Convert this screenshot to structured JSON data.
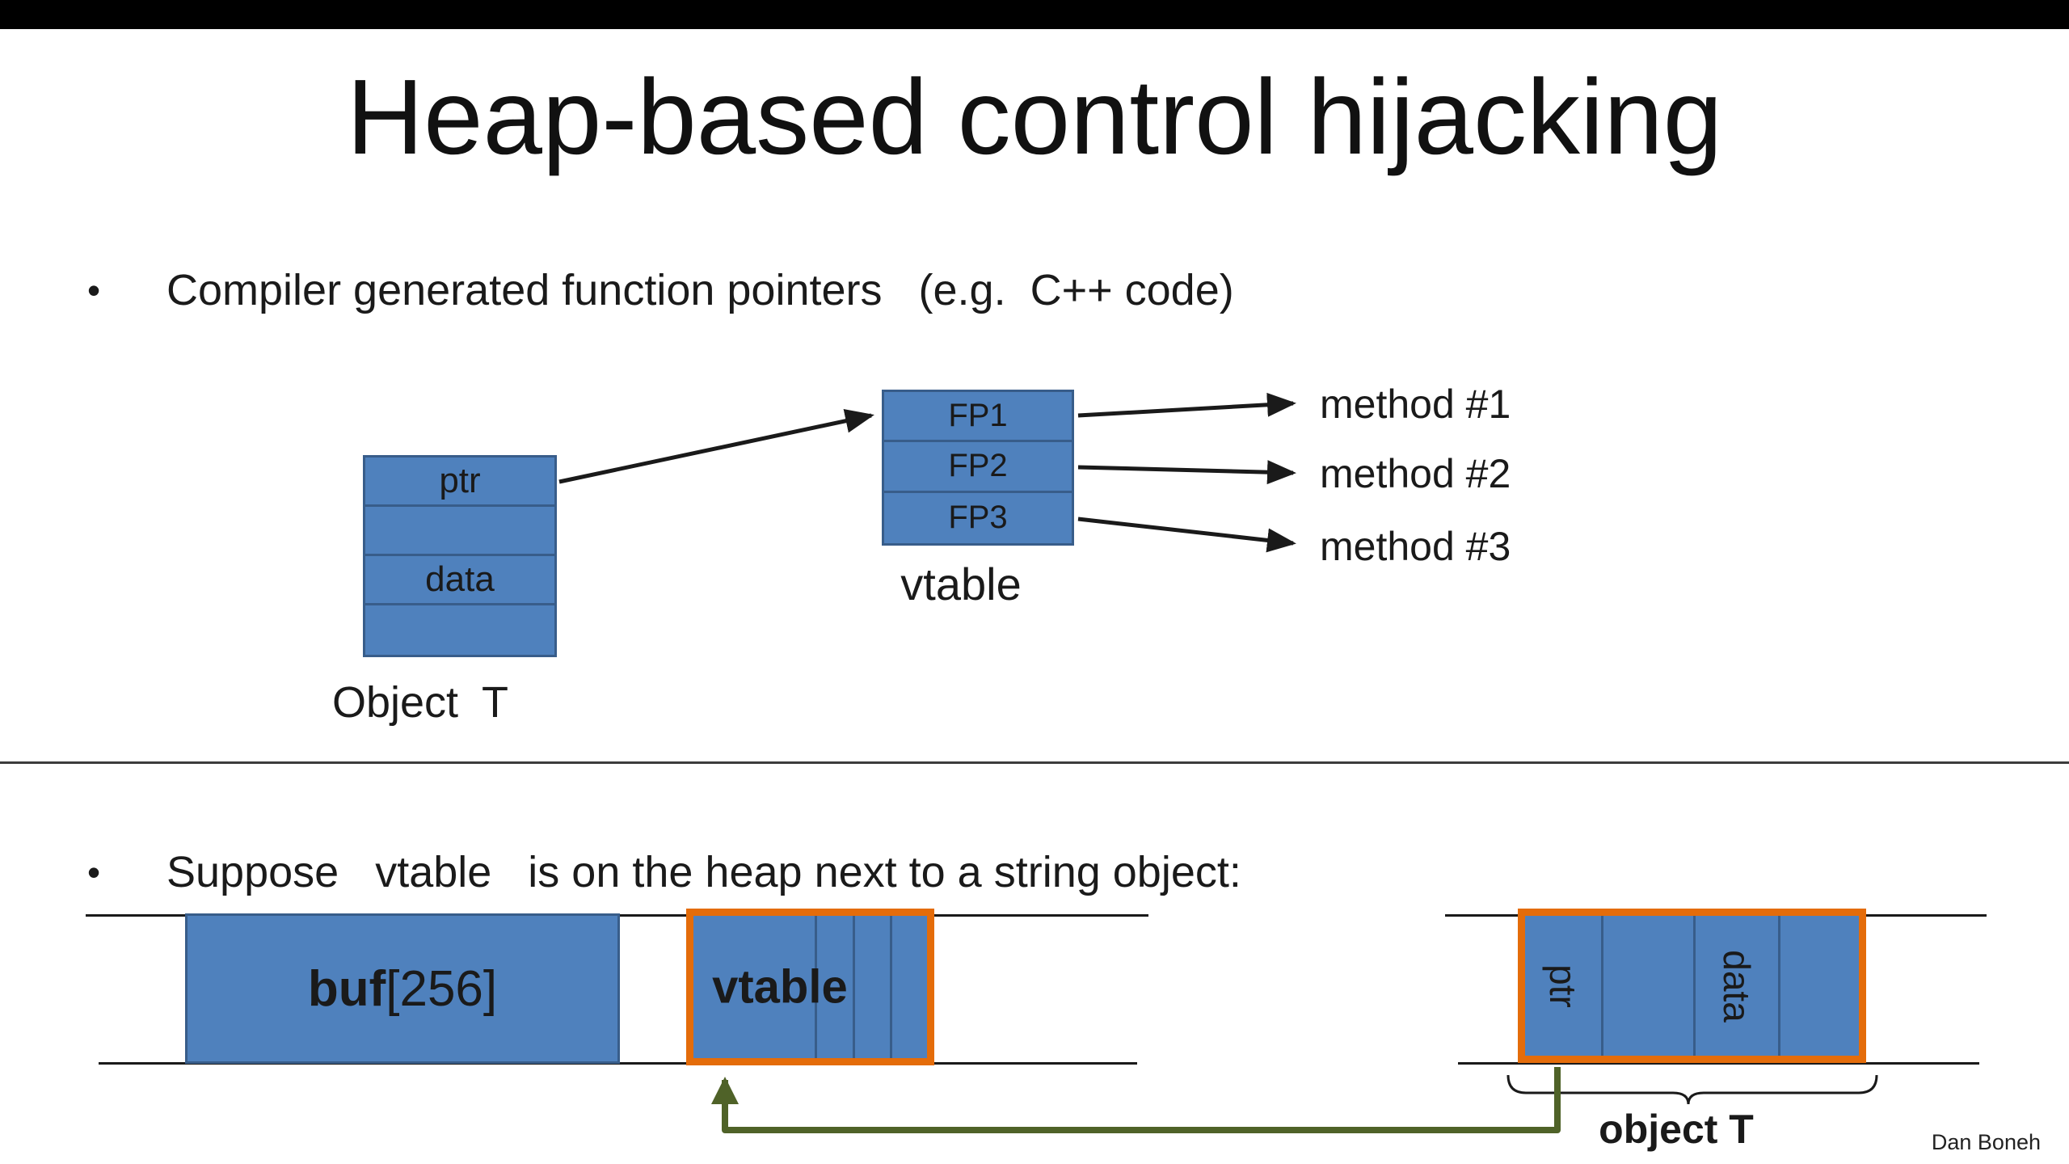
{
  "slide": {
    "title": "Heap-based control hijacking",
    "bullet_marker": "•",
    "bullet1": "Compiler generated function pointers   (e.g.  C++ code)",
    "bullet2": "Suppose   vtable   is on the heap next to a string object:",
    "attribution": "Dan Boneh"
  },
  "object_t": {
    "label": "Object  T",
    "rows": [
      "ptr",
      "",
      "data",
      ""
    ]
  },
  "vtable": {
    "label": "vtable",
    "rows": [
      "FP1",
      "FP2",
      "FP3"
    ]
  },
  "methods": [
    "method #1",
    "method #2",
    "method #3"
  ],
  "heap": {
    "buf_bold": "buf",
    "buf_rest": "[256]",
    "vtable_label": "vtable",
    "ptr_label": "ptr",
    "data_label": "data",
    "object_t_label": "object T"
  },
  "colors": {
    "box_fill": "#4f81bd",
    "box_border": "#385d8a",
    "highlight": "#e46c0a",
    "green_arrow": "#4f6228"
  }
}
